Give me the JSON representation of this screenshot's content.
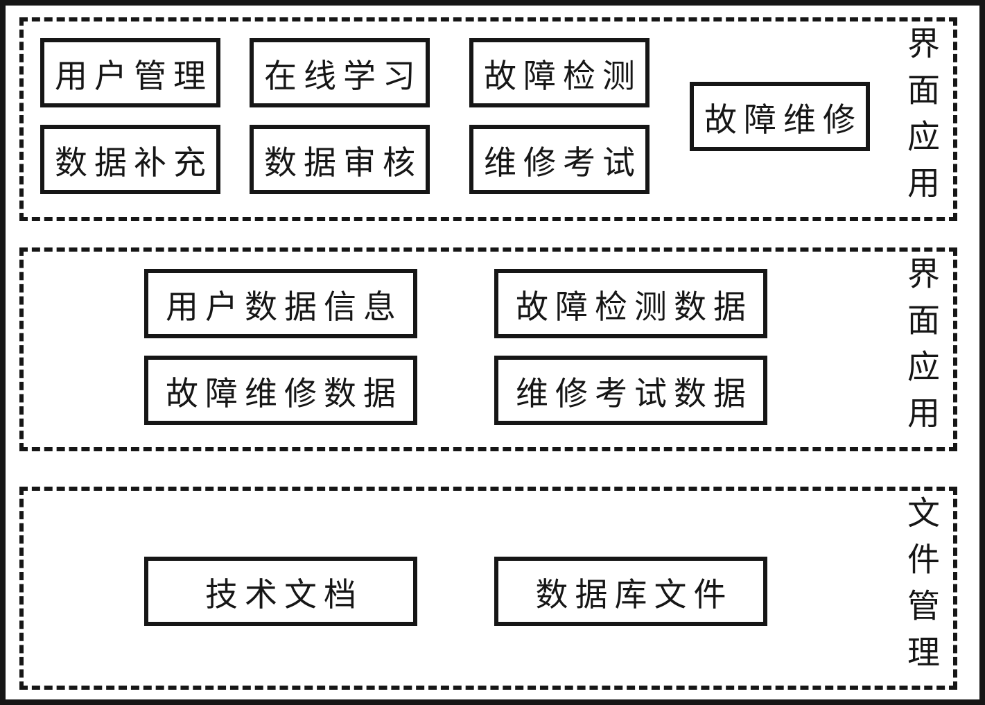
{
  "colors": {
    "ink": "#161616",
    "background": "#ffffff"
  },
  "sections": [
    {
      "id": "interface-application-top",
      "side_label": "界面应用",
      "boxes": [
        "用户管理",
        "在线学习",
        "故障检测",
        "故障维修",
        "数据补充",
        "数据审核",
        "维修考试"
      ]
    },
    {
      "id": "interface-application-data",
      "side_label": "界面应用",
      "boxes": [
        "用户数据信息",
        "故障检测数据",
        "故障维修数据",
        "维修考试数据"
      ]
    },
    {
      "id": "file-management",
      "side_label": "文件管理",
      "boxes": [
        "技术文档",
        "数据库文件"
      ]
    }
  ]
}
